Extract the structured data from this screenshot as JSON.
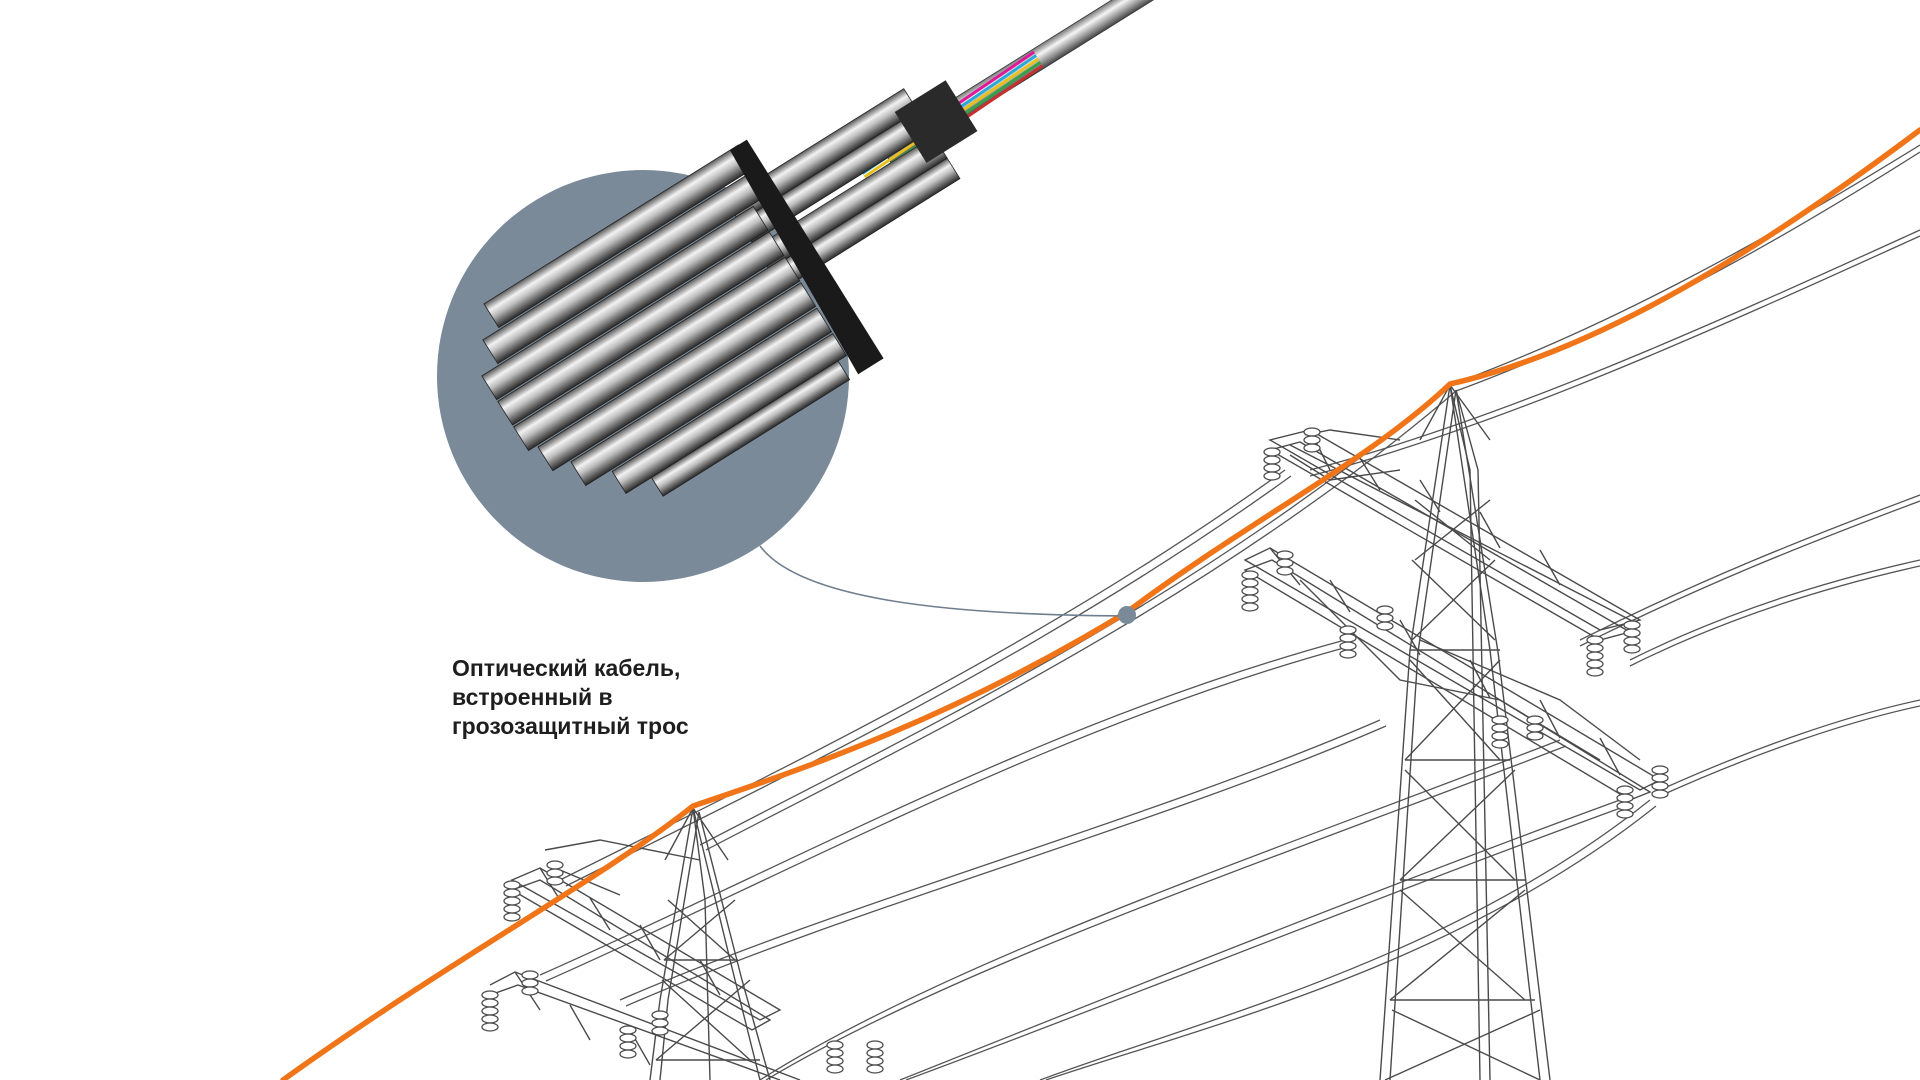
{
  "caption": {
    "line1": "Оптический кабель,",
    "line2": "встроенный в",
    "line3": "грозозащитный трос"
  },
  "colors": {
    "background": "#ffffff",
    "highlight_cable": "#f07418",
    "zoom_circle": "#7a8a99",
    "leader_line": "#6f7f8f",
    "tower_lines": "#555555",
    "fiber_colors": [
      "#e0189a",
      "#2aa8d8",
      "#e8c020",
      "#3aa048",
      "#c83030",
      "#8040a0"
    ]
  },
  "icons": {
    "zoom_circle": "cable-cross-section-icon",
    "towers": "transmission-tower-icon",
    "insulators": "insulator-icon"
  }
}
